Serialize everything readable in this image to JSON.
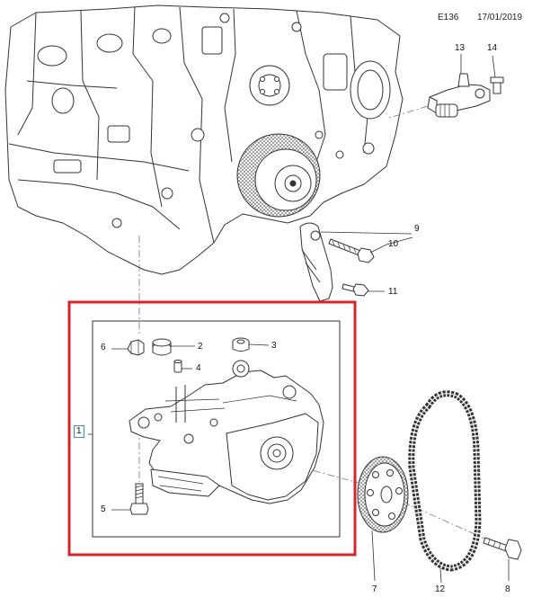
{
  "header": {
    "figure_code": "E136",
    "date": "17/01/2019"
  },
  "callouts": {
    "c1": "1",
    "c2": "2",
    "c3": "3",
    "c4": "4",
    "c5": "5",
    "c6": "6",
    "c7": "7",
    "c8": "8",
    "c9": "9",
    "c10": "10",
    "c11": "11",
    "c12": "12",
    "c13": "13",
    "c14": "14"
  },
  "colors": {
    "highlight_frame": "#d8232a",
    "callout_box": "#3a8fd8",
    "line_art": "#333333"
  }
}
